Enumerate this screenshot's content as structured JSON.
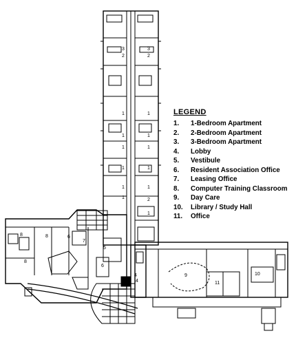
{
  "legend": {
    "title": "LEGEND",
    "items": [
      {
        "num": "1.",
        "label": "1-Bedroom Apartment"
      },
      {
        "num": "2.",
        "label": "2-Bedroom Apartment"
      },
      {
        "num": "3.",
        "label": "3-Bedroom Apartment"
      },
      {
        "num": "4.",
        "label": "Lobby"
      },
      {
        "num": "5.",
        "label": "Vestibule"
      },
      {
        "num": "6.",
        "label": "Resident Association Office"
      },
      {
        "num": "7.",
        "label": "Leasing Office"
      },
      {
        "num": "8.",
        "label": "Computer Training Classroom"
      },
      {
        "num": "9.",
        "label": "Day Care"
      },
      {
        "num": "10.",
        "label": "Library / Study Hall"
      },
      {
        "num": "11.",
        "label": "Office"
      }
    ]
  },
  "tower_labels": {
    "left": [
      "3",
      "2",
      "1",
      "1",
      "1",
      "1",
      "1",
      "1"
    ],
    "right": [
      "3",
      "2",
      "1",
      "1",
      "1",
      "1",
      "1",
      "2",
      "1"
    ]
  },
  "room_labels": {
    "r8a": "8",
    "r8b": "8",
    "r8c": "8",
    "r6a": "6",
    "r6b": "6",
    "r7": "7",
    "r5": "5",
    "r4a": "4",
    "r4b": "4",
    "r9": "9",
    "r11": "11",
    "r10": "10"
  }
}
